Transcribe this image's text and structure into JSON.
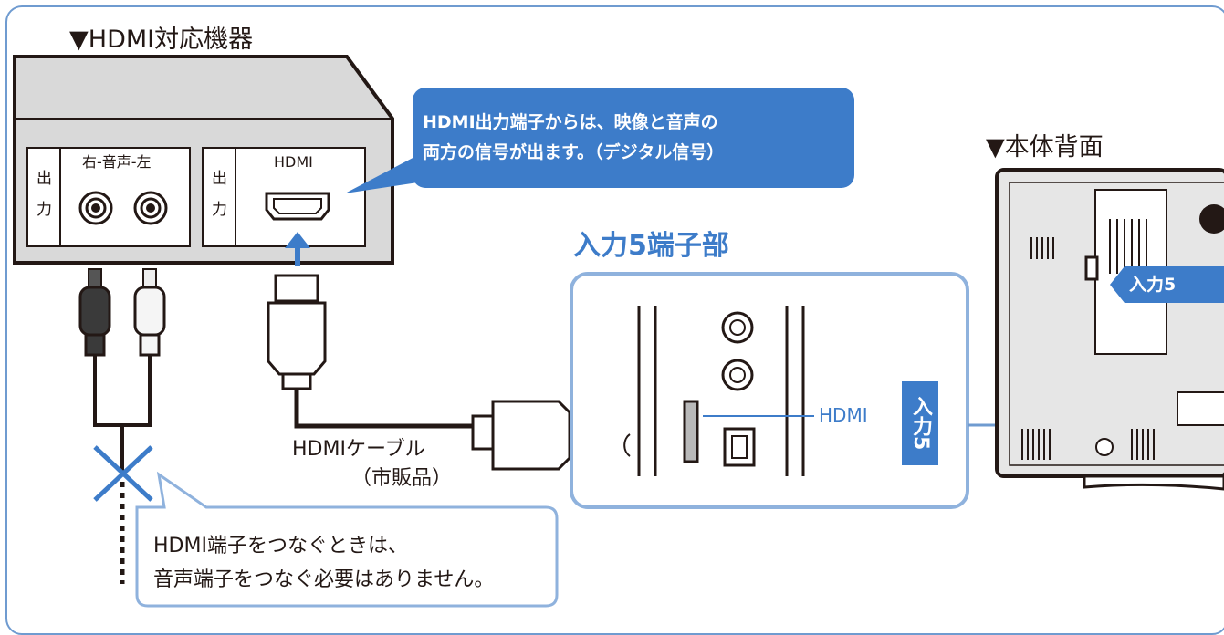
{
  "device": {
    "title": "▼HDMI対応機器",
    "output_char_1": "出",
    "output_char_2": "力",
    "audio_label": "右-音声-左",
    "hdmi_label": "HDMI"
  },
  "callout_top": {
    "line1": "HDMI出力端子からは、映像と音声の",
    "line2": "両方の信号が出ます。（デジタル信号）"
  },
  "input5_section": {
    "title": "入力5端子部",
    "hdmi_label": "HDMI",
    "badge_vertical": "入力5"
  },
  "tv": {
    "title": "▼本体背面",
    "badge": "入力5"
  },
  "cable": {
    "label": "HDMIケーブル",
    "sublabel": "（市販品）"
  },
  "note": {
    "line1": "HDMI端子をつなぐときは、",
    "line2": "音声端子をつなぐ必要はありません。"
  },
  "colors": {
    "accent": "#3d7cc9",
    "frame": "#6f9bd0",
    "device_body": "#d6d6d6",
    "cross": "#3d7cc9"
  }
}
